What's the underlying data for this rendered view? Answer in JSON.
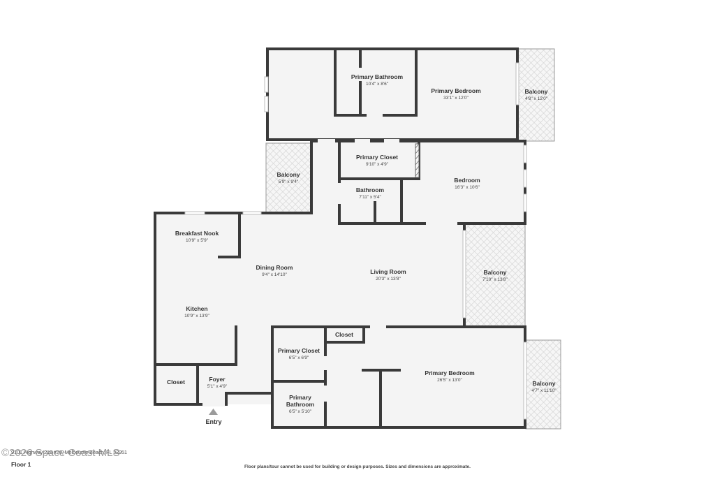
{
  "rooms": [
    {
      "id": "primary-bathroom-1",
      "name": "Primary Bathroom",
      "dim": "10'4\" x 8'6\""
    },
    {
      "id": "primary-bedroom-1",
      "name": "Primary Bedroom",
      "dim": "33'1\" x 12'0\""
    },
    {
      "id": "balcony-1",
      "name": "Balcony",
      "dim": "4'8\" x 12'0\""
    },
    {
      "id": "primary-closet-1",
      "name": "Primary Closet",
      "dim": "9'10\" x 4'9\""
    },
    {
      "id": "balcony-2",
      "name": "Balcony",
      "dim": "5'9\" x 9'4\""
    },
    {
      "id": "bathroom",
      "name": "Bathroom",
      "dim": "7'11\" x 5'4\""
    },
    {
      "id": "bedroom",
      "name": "Bedroom",
      "dim": "16'3\" x 10'6\""
    },
    {
      "id": "breakfast-nook",
      "name": "Breakfast Nook",
      "dim": "10'9\" x 5'9\""
    },
    {
      "id": "dining-room",
      "name": "Dining Room",
      "dim": "9'4\" x 14'10\""
    },
    {
      "id": "living-room",
      "name": "Living Room",
      "dim": "20'3\" x 13'8\""
    },
    {
      "id": "balcony-3",
      "name": "Balcony",
      "dim": "7'10\" x 13'8\""
    },
    {
      "id": "kitchen",
      "name": "Kitchen",
      "dim": "10'9\" x 13'9\""
    },
    {
      "id": "closet-hall",
      "name": "Closet",
      "dim": ""
    },
    {
      "id": "primary-closet-2",
      "name": "Primary Closet",
      "dim": "6'5\" x 6'9\""
    },
    {
      "id": "primary-bedroom-2",
      "name": "Primary Bedroom",
      "dim": "26'5\" x 13'0\""
    },
    {
      "id": "closet-foyer",
      "name": "Closet",
      "dim": ""
    },
    {
      "id": "foyer",
      "name": "Foyer",
      "dim": "5'1\" x 4'9\""
    },
    {
      "id": "primary-bathroom-2",
      "name": "Primary Bathroom",
      "dim": "6'5\" x 5'10\""
    },
    {
      "id": "balcony-4",
      "name": "Balcony",
      "dim": "4'7\" x 11'10\""
    }
  ],
  "entry_label": "Entry",
  "footer": {
    "address": "9101 Highway 216 #20, Melbourne Beach, FL 32951",
    "copyright": "©2026 Space Coast MLS",
    "floor": "Floor 1",
    "disclaimer": "Floor plans/tour cannot be used for building or design purposes. Sizes and dimensions are approximate."
  }
}
